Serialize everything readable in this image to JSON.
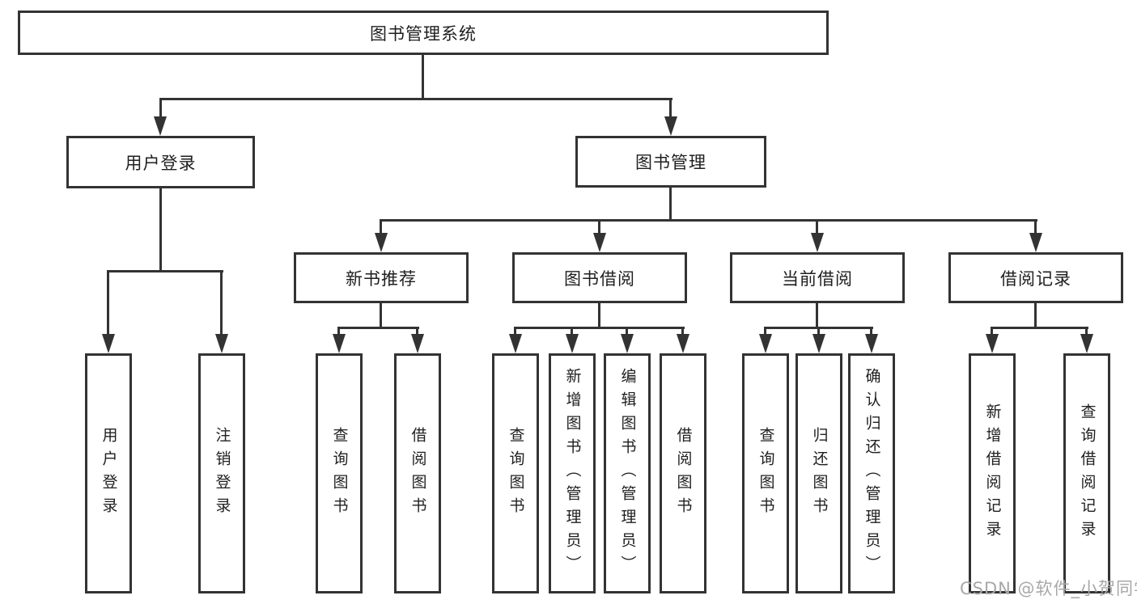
{
  "tree": {
    "root": {
      "label": "图书管理系统"
    },
    "branches": [
      {
        "label": "用户登录",
        "leaves": [
          {
            "label": "用户登录"
          },
          {
            "label": "注销登录"
          }
        ]
      },
      {
        "label": "图书管理",
        "groups": [
          {
            "label": "新书推荐",
            "leaves": [
              {
                "label": "查询图书"
              },
              {
                "label": "借阅图书"
              }
            ]
          },
          {
            "label": "图书借阅",
            "leaves": [
              {
                "label": "查询图书"
              },
              {
                "label": "新增图书（管理员）"
              },
              {
                "label": "编辑图书（管理员）"
              },
              {
                "label": "借阅图书"
              }
            ]
          },
          {
            "label": "当前借阅",
            "leaves": [
              {
                "label": "查询图书"
              },
              {
                "label": "归还图书"
              },
              {
                "label": "确认归还（管理员）"
              }
            ]
          },
          {
            "label": "借阅记录",
            "leaves": [
              {
                "label": "新增借阅记录"
              },
              {
                "label": "查询借阅记录"
              }
            ]
          }
        ]
      }
    ]
  },
  "watermark": {
    "text": "CSDN @软件_小贺同学"
  },
  "colors": {
    "line": "#333333",
    "text": "#1f1f1f",
    "watermark": "#a8a8a8",
    "background": "#ffffff"
  }
}
